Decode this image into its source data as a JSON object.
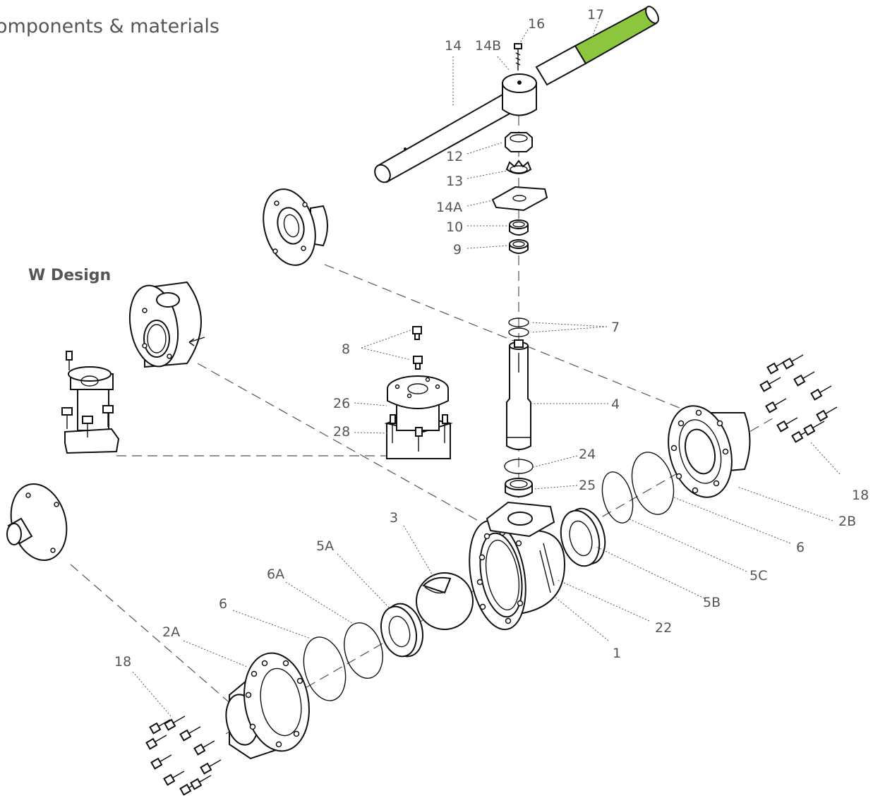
{
  "title": "omponents & materials",
  "variant_label": "W Design",
  "colors": {
    "accent_handle_grip": "#8cc63f",
    "labels": "#555555",
    "outline": "#111111"
  },
  "part_labels": {
    "p1": "1",
    "p2A": "2A",
    "p2B": "2B",
    "p3": "3",
    "p4": "4",
    "p5A": "5A",
    "p5B": "5B",
    "p5C": "5C",
    "p6_left": "6",
    "p6_right": "6",
    "p6A": "6A",
    "p7": "7",
    "p8": "8",
    "p9": "9",
    "p10": "10",
    "p12": "12",
    "p13": "13",
    "p14": "14",
    "p14A": "14A",
    "p14B": "14B",
    "p16": "16",
    "p17": "17",
    "p18_left": "18",
    "p18_right": "18",
    "p22": "22",
    "p24": "24",
    "p25": "25",
    "p26": "26",
    "p28": "28"
  }
}
